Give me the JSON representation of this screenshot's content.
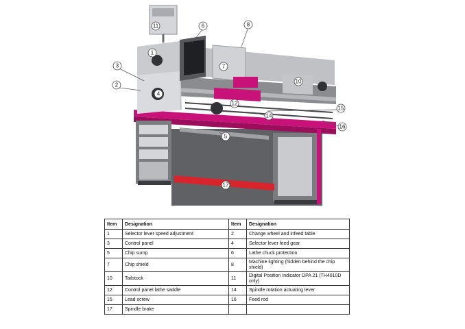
{
  "callouts": [
    "1",
    "2",
    "3",
    "4",
    "5",
    "6",
    "7",
    "8",
    "10",
    "11",
    "12",
    "14",
    "15",
    "16",
    "17"
  ],
  "table": {
    "headers": [
      "Item",
      "Designation",
      "Item",
      "Designation"
    ],
    "rows": [
      {
        "item1": "1",
        "desc1": "Selector lever speed adjustment",
        "item2": "2",
        "desc2": "Change wheel and infeed table"
      },
      {
        "item1": "3",
        "desc1": "Control panel",
        "item2": "4",
        "desc2": "Selector lever feed gear"
      },
      {
        "item1": "5",
        "desc1": "Chip sump",
        "item2": "6",
        "desc2": "Lathe chuck protection"
      },
      {
        "item1": "7",
        "desc1": "Chip shield",
        "item2": "8",
        "desc2": "Machine lighting (hidden behind the chip shield)"
      },
      {
        "item1": "10",
        "desc1": "Tailstock",
        "item2": "11",
        "desc2": "Digital Position Indicator DPA 21 (TH4010D only)"
      },
      {
        "item1": "12",
        "desc1": "Control panel lathe saddle",
        "item2": "14",
        "desc2": "Spindle rotation actuating lever"
      },
      {
        "item1": "15",
        "desc1": "Lead screw",
        "item2": "16",
        "desc2": "Feed rod"
      },
      {
        "item1": "17",
        "desc1": "Spindle brake",
        "item2": "",
        "desc2": ""
      }
    ]
  },
  "colors": {
    "accent_magenta": "#c8127a",
    "body_gray": "#8a8c90",
    "dark_gray": "#55575b",
    "light_gray": "#c9cbce",
    "brake_red": "#d8242c"
  }
}
